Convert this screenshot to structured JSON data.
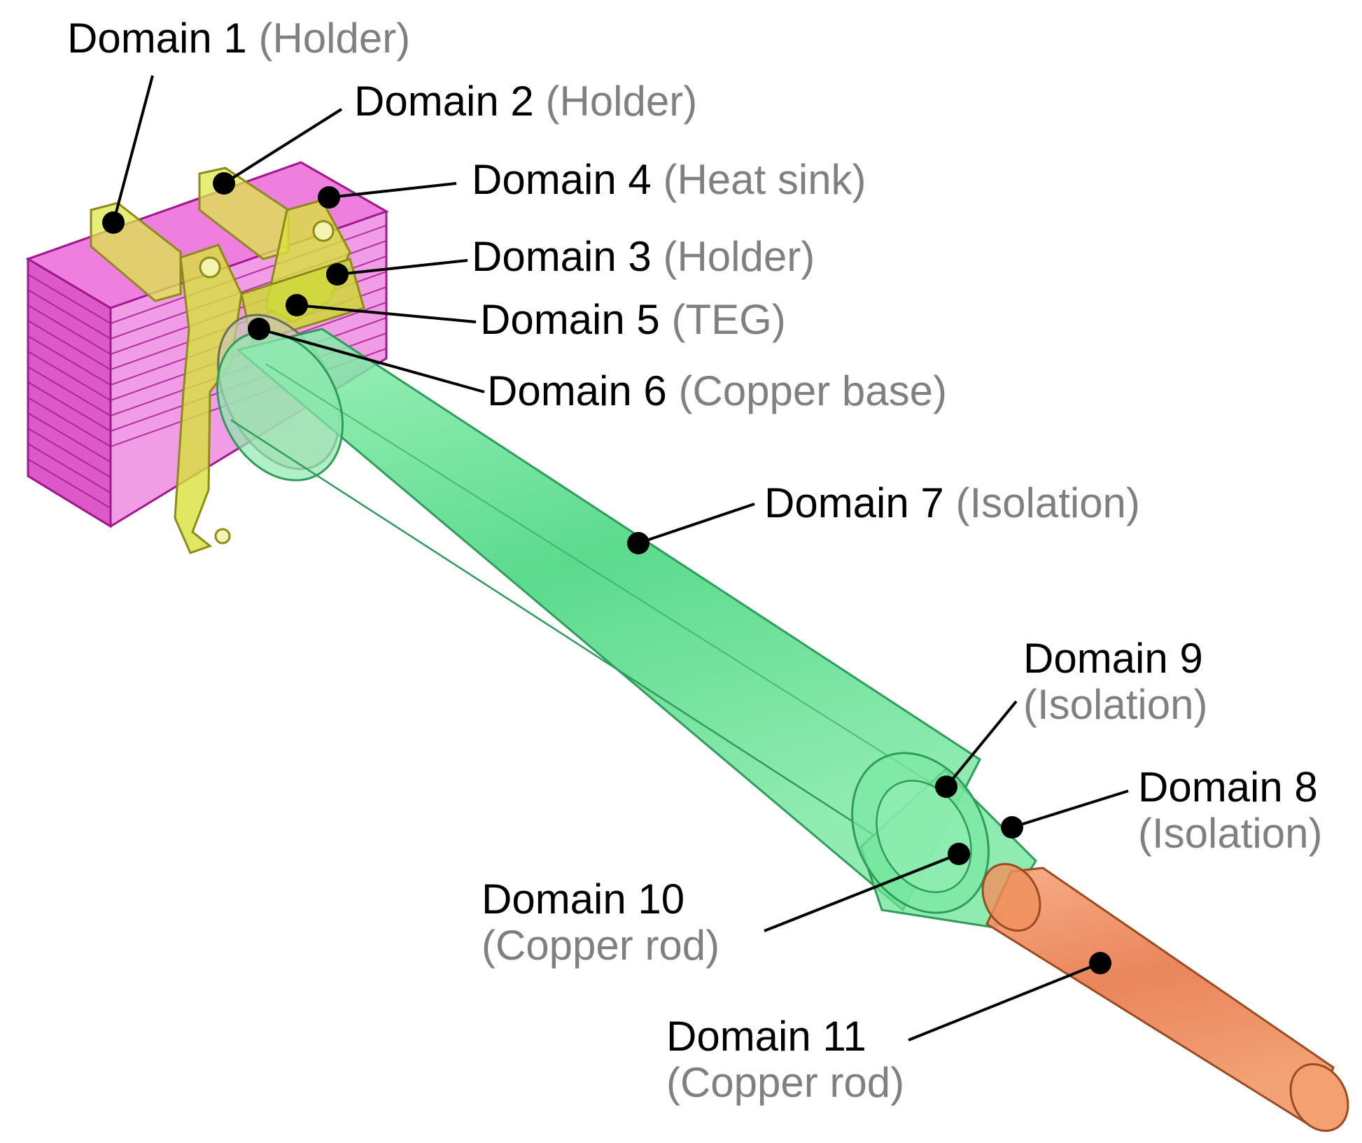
{
  "colors": {
    "heat_sink": "#e030c8",
    "holder": "#d8e640",
    "isolation": "#5ce68c",
    "copper_rod": "#f0885a",
    "copper_base": "#c8c8b0",
    "label_main": "#000000",
    "label_sub": "#808080"
  },
  "labels": [
    {
      "id": "d1",
      "name": "Domain 1",
      "material": "(Holder)"
    },
    {
      "id": "d2",
      "name": "Domain 2",
      "material": "(Holder)"
    },
    {
      "id": "d4",
      "name": "Domain 4",
      "material": "(Heat sink)"
    },
    {
      "id": "d3",
      "name": "Domain 3",
      "material": "(Holder)"
    },
    {
      "id": "d5",
      "name": "Domain 5",
      "material": "(TEG)"
    },
    {
      "id": "d6",
      "name": "Domain 6",
      "material": "(Copper base)"
    },
    {
      "id": "d7",
      "name": "Domain 7",
      "material": "(Isolation)"
    },
    {
      "id": "d9",
      "name": "Domain 9",
      "material": "(Isolation)"
    },
    {
      "id": "d8",
      "name": "Domain 8",
      "material": "(Isolation)"
    },
    {
      "id": "d10",
      "name": "Domain 10",
      "material": "(Copper rod)"
    },
    {
      "id": "d11",
      "name": "Domain 11",
      "material": "(Copper rod)"
    }
  ]
}
